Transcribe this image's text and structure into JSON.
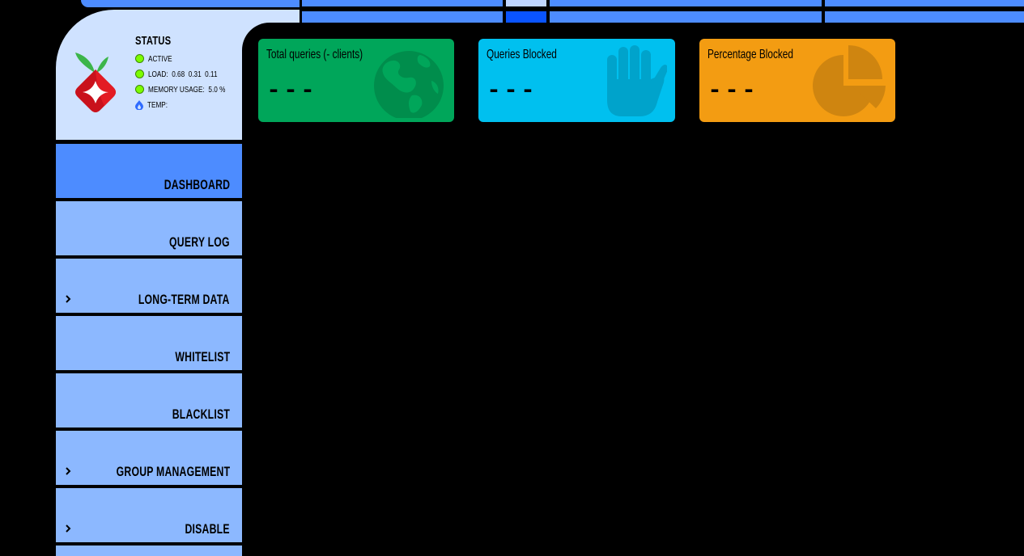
{
  "status": {
    "title": "STATUS",
    "active_label": "ACTIVE",
    "load_label": "LOAD:",
    "load_values": "0.68  0.31  0.11",
    "memory_label": "MEMORY USAGE:",
    "memory_value": "5.0 %",
    "temp_label": "TEMP:",
    "active_color": "#7cfc00",
    "temp_icon_color": "#2f6bff"
  },
  "nav": {
    "items": [
      {
        "label": "DASHBOARD",
        "active": true,
        "has_submenu": false
      },
      {
        "label": "QUERY LOG",
        "active": false,
        "has_submenu": false
      },
      {
        "label": "LONG-TERM DATA",
        "active": false,
        "has_submenu": true
      },
      {
        "label": "WHITELIST",
        "active": false,
        "has_submenu": false
      },
      {
        "label": "BLACKLIST",
        "active": false,
        "has_submenu": false
      },
      {
        "label": "GROUP MANAGEMENT",
        "active": false,
        "has_submenu": true
      },
      {
        "label": "DISABLE",
        "active": false,
        "has_submenu": true
      }
    ]
  },
  "cards": [
    {
      "title": "Total queries (- clients)",
      "value": "---",
      "icon": "globe-icon",
      "color": "#00a65a",
      "icon_color": "#008d4c"
    },
    {
      "title": "Queries Blocked",
      "value": "---",
      "icon": "hand-icon",
      "color": "#00c0ef",
      "icon_color": "#00a3cb"
    },
    {
      "title": "Percentage Blocked",
      "value": "---",
      "icon": "pie-chart-icon",
      "color": "#f39c12",
      "icon_color": "#cf8510"
    }
  ],
  "theme": {
    "top_bar": "#4d8cff",
    "top_accent": "#0a54ff",
    "elbow": "#cfe2ff",
    "nav_item": "#8cb8ff",
    "nav_active": "#4d8cff"
  }
}
